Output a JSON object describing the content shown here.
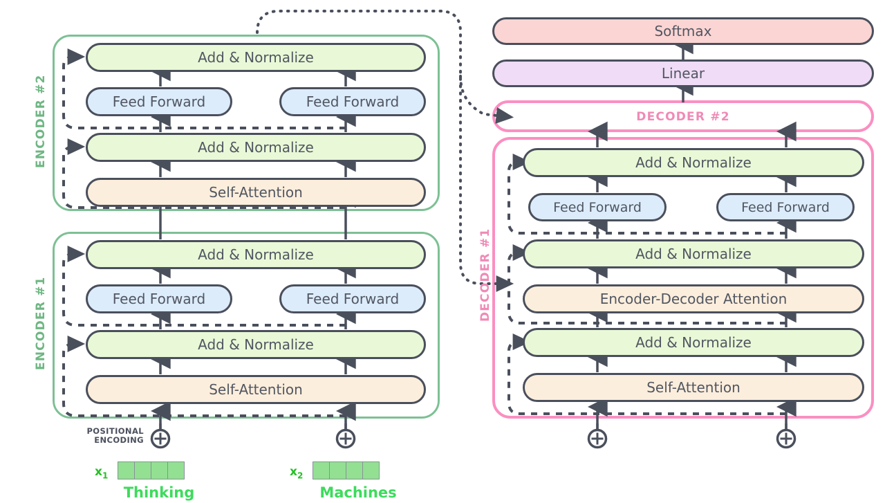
{
  "diagram": {
    "title": "Transformer encoder-decoder architecture",
    "colors": {
      "add_norm": "#e9f8d6",
      "feed_forward": "#dcecfb",
      "attention": "#fceedc",
      "softmax": "#fbd5d3",
      "linear": "#f0dcf6",
      "encoder_border": "#7dc094",
      "decoder_border": "#fb8fc1",
      "node_border": "#4a4f5c",
      "embedding_cell": "#93e093",
      "word_text": "#3ddb5c",
      "x_label": "#25c025"
    }
  },
  "encoder_stack": {
    "blocks": [
      {
        "label": "ENCODER #2",
        "rows": [
          {
            "type": "add-norm",
            "label": "Add & Normalize",
            "style": "green"
          },
          {
            "type": "feed-forward",
            "label": "Feed Forward",
            "style": "blue"
          },
          {
            "type": "add-norm",
            "label": "Add & Normalize",
            "style": "green"
          },
          {
            "type": "self-attention",
            "label": "Self-Attention",
            "style": "orange"
          }
        ]
      },
      {
        "label": "ENCODER #1",
        "rows": [
          {
            "type": "add-norm",
            "label": "Add & Normalize",
            "style": "green"
          },
          {
            "type": "feed-forward",
            "label": "Feed Forward",
            "style": "blue"
          },
          {
            "type": "add-norm",
            "label": "Add & Normalize",
            "style": "green"
          },
          {
            "type": "self-attention",
            "label": "Self-Attention",
            "style": "orange"
          }
        ]
      }
    ]
  },
  "decoder_stack": {
    "output_head": [
      {
        "label": "Softmax",
        "style": "pink"
      },
      {
        "label": "Linear",
        "style": "purple"
      }
    ],
    "decoder2_label": "DECODER #2",
    "decoder1_label": "DECODER #1",
    "decoder1_rows": [
      {
        "type": "add-norm",
        "label": "Add & Normalize",
        "style": "green"
      },
      {
        "type": "feed-forward",
        "label": "Feed Forward",
        "style": "blue"
      },
      {
        "type": "add-norm",
        "label": "Add & Normalize",
        "style": "green"
      },
      {
        "type": "encoder-decoder-attention",
        "label": "Encoder-Decoder Attention",
        "style": "orange"
      },
      {
        "type": "add-norm",
        "label": "Add & Normalize",
        "style": "green"
      },
      {
        "type": "self-attention",
        "label": "Self-Attention",
        "style": "orange"
      }
    ]
  },
  "inputs": {
    "positional_encoding_label_line1": "POSITIONAL",
    "positional_encoding_label_line2": "ENCODING",
    "plus_symbol": "+",
    "tokens": [
      {
        "x_label": "x",
        "x_index": "1",
        "word": "Thinking",
        "cells": 4
      },
      {
        "x_label": "x",
        "x_index": "2",
        "word": "Machines",
        "cells": 4
      }
    ]
  }
}
